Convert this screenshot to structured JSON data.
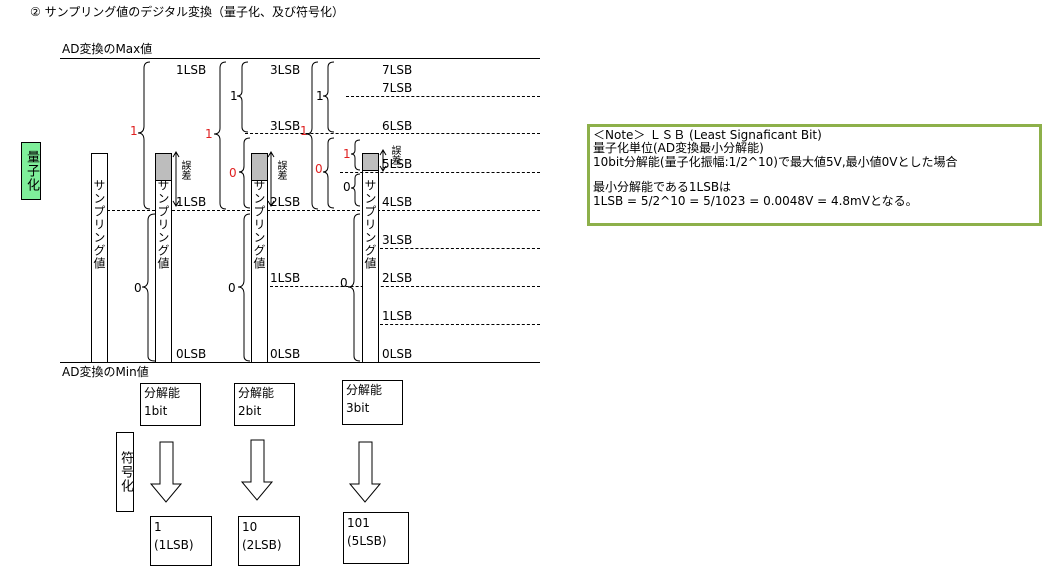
{
  "title": "② サンプリング値のデジタル変換（量子化、及び符号化）",
  "axis": {
    "max_label": "AD変換のMax値",
    "min_label": "AD変換のMin値"
  },
  "side_labels": {
    "quantize": "量子化",
    "encode": "符号化"
  },
  "sample_label": "サンプリング値",
  "error_label": "誤差",
  "panels": [
    {
      "lsb_labels": [
        "1LSB",
        "1LSB",
        "0LSB"
      ],
      "bit_codes": {
        "top": "1",
        "bottom": "0"
      },
      "resolution": {
        "line1": "分解能",
        "line2": "1bit"
      },
      "code": {
        "line1": "1",
        "line2": "(1LSB)"
      }
    },
    {
      "lsb_labels": [
        "3LSB",
        "3LSB",
        "2LSB",
        "1LSB",
        "0LSB"
      ],
      "bit_codes": {
        "top": "1",
        "upper": "1",
        "middle": "0",
        "bottom": "0"
      },
      "resolution": {
        "line1": "分解能",
        "line2": "2bit"
      },
      "code": {
        "line1": "10",
        "line2": "(2LSB)"
      }
    },
    {
      "lsb_labels": [
        "7LSB",
        "7LSB",
        "6LSB",
        "5LSB",
        "4LSB",
        "3LSB",
        "2LSB",
        "1LSB",
        "0LSB"
      ],
      "bit_codes": {
        "top": "1",
        "upper": "1",
        "middle": "0",
        "fine_top": "1",
        "fine_bottom": "0",
        "bottom": "0"
      },
      "resolution": {
        "line1": "分解能",
        "line2": "3bit"
      },
      "code": {
        "line1": "101",
        "line2": "(5LSB)"
      }
    }
  ],
  "note": {
    "heading": "＜Note＞ ＬＳＢ (Least Signaficant Bit)",
    "line1": "量子化単位(AD変換最小分解能)",
    "line2": "10bit分解能(量子化振幅:1/2^10)で最大値5V,最小値0Vとした場合",
    "line3": "最小分解能である1LSBは",
    "line4": "1LSB = 5/2^10 = 5/1023 = 0.0048V = 4.8mVとなる。",
    "border_color": "#8db04a"
  },
  "colors": {
    "quantize_label_bg": "#7fef9a",
    "bit_code_red": "#e02020",
    "error_fill": "#bdbdbd"
  }
}
